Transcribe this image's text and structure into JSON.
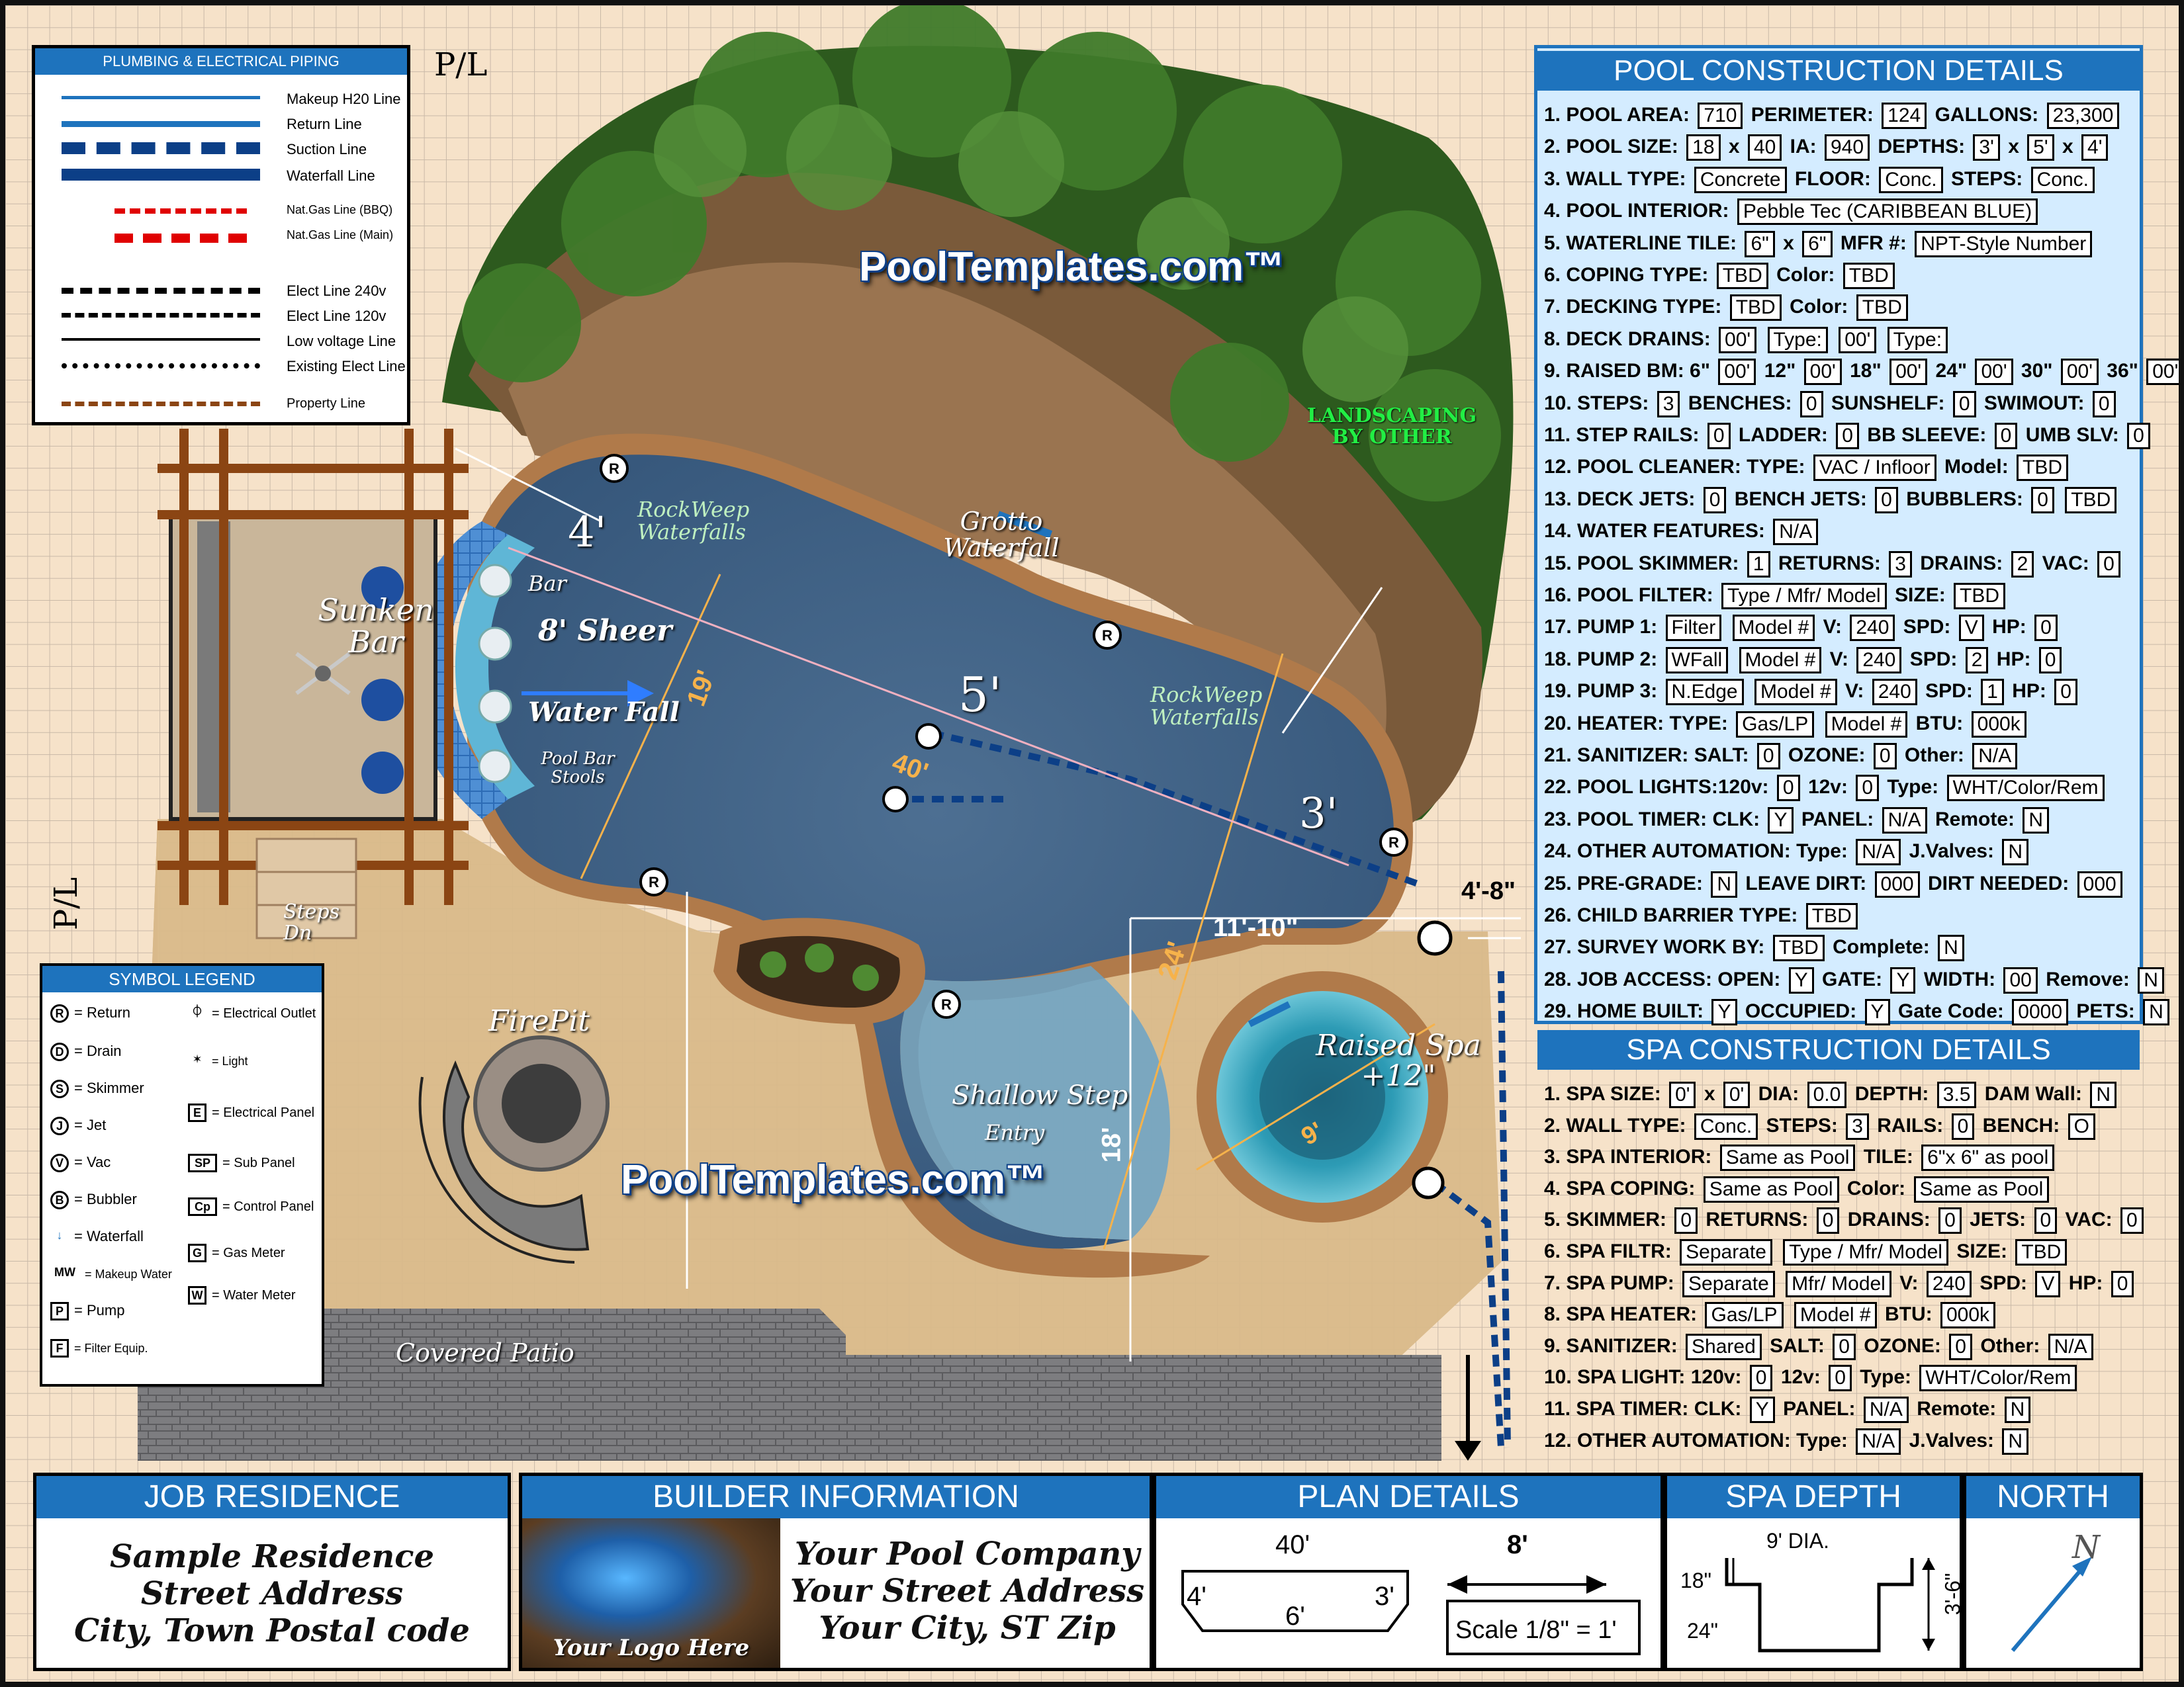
{
  "legend_plumbing": {
    "title": "PLUMBING & ELECTRICAL PIPING",
    "items": [
      {
        "label": "Makeup H20 Line",
        "color": "#1e73bd",
        "style": "thin"
      },
      {
        "label": "Return Line",
        "color": "#1e73bd",
        "style": "medium"
      },
      {
        "label": "Suction Line",
        "color": "#0c3f87",
        "style": "dash-thick"
      },
      {
        "label": "Waterfall Line",
        "color": "#0c3f87",
        "style": "thick"
      },
      {
        "label": "Nat.Gas Line (BBQ)",
        "color": "#e00000",
        "style": "dash-dot"
      },
      {
        "label": "Nat.Gas Line (Main)",
        "color": "#e00000",
        "style": "dash"
      },
      {
        "label": "Elect Line 240v",
        "color": "#000000",
        "style": "dash-long"
      },
      {
        "label": "Elect Line 120v",
        "color": "#000000",
        "style": "dash-med"
      },
      {
        "label": "Low voltage Line",
        "color": "#000000",
        "style": "thin"
      },
      {
        "label": "Existing Elect Line",
        "color": "#000000",
        "style": "dot"
      },
      {
        "label": "Property Line",
        "color": "#8b4513",
        "style": "dash-dot"
      }
    ]
  },
  "legend_symbols": {
    "title": "SYMBOL LEGEND",
    "items": [
      {
        "glyph": "R",
        "label": "= Return"
      },
      {
        "glyph": "D",
        "label": "= Drain"
      },
      {
        "glyph": "S",
        "label": "= Skimmer"
      },
      {
        "glyph": "J",
        "label": "= Jet"
      },
      {
        "glyph": "V",
        "label": "= Vac"
      },
      {
        "glyph": "B",
        "label": "= Bubbler"
      },
      {
        "glyph": "↓",
        "label": "= Waterfall"
      },
      {
        "glyph": "MW",
        "label": "= Makeup Water"
      },
      {
        "glyph": "P",
        "label": "= Pump"
      },
      {
        "glyph": "F",
        "label": "= Filter Equip."
      },
      {
        "glyph": "⏀",
        "label": "= Electrical Outlet"
      },
      {
        "glyph": "✶",
        "label": "= Light"
      },
      {
        "glyph": "E",
        "label": "= Electrical Panel"
      },
      {
        "glyph": "SP",
        "label": "= Sub Panel"
      },
      {
        "glyph": "Cp",
        "label": "= Control Panel"
      },
      {
        "glyph": "G",
        "label": "= Gas Meter"
      },
      {
        "glyph": "W",
        "label": "= Water Meter"
      }
    ]
  },
  "plan": {
    "property_line": "P/L",
    "brand": "PoolTemplates.com™",
    "landscaping": "LANDSCAPING BY OTHER",
    "labels": {
      "sunken_bar": "Sunken Bar",
      "bar": "Bar",
      "sheer": "8' Sheer",
      "water_fall": "Water Fall",
      "bar_stools": "Pool Bar Stools",
      "rockweep1": "RockWeep Waterfalls",
      "rockweep2": "RockWeep Waterfalls",
      "grotto": "Grotto Waterfall",
      "steps_dn": "Steps Dn",
      "firepit": "FirePit",
      "shallow": "Shallow Step",
      "entry": "Entry",
      "raised_spa": "Raised Spa +12\"",
      "covered_patio": "Covered Patio"
    },
    "depths": {
      "d1": "4'",
      "d2": "5'",
      "d3": "3'"
    },
    "dims": {
      "d19": "19'",
      "d40": "40'",
      "d24": "24'",
      "d18": "18'",
      "d11": "11'-10\"",
      "d48": "4'-8\"",
      "d9": "9'"
    }
  },
  "pool_details": {
    "title": "POOL CONSTRUCTION DETAILS",
    "rows": [
      [
        [
          "1. POOL AREA:",
          "710"
        ],
        [
          "PERIMETER:",
          "124"
        ],
        [
          "GALLONS:",
          "23,300"
        ]
      ],
      [
        [
          "2. POOL SIZE:",
          "18"
        ],
        [
          "x",
          "40"
        ],
        [
          "IA:",
          "940"
        ],
        [
          "DEPTHS:",
          "3'"
        ],
        [
          "x",
          "5'"
        ],
        [
          "x",
          "4'"
        ]
      ],
      [
        [
          "3. WALL TYPE:",
          "Concrete"
        ],
        [
          "FLOOR:",
          "Conc."
        ],
        [
          "STEPS:",
          "Conc."
        ]
      ],
      [
        [
          "4. POOL INTERIOR:",
          "Pebble Tec (CARIBBEAN BLUE)"
        ]
      ],
      [
        [
          "5. WATERLINE TILE:",
          "6\""
        ],
        [
          "x",
          "6\""
        ],
        [
          "MFR #:",
          "NPT-Style Number"
        ]
      ],
      [
        [
          "6. COPING TYPE:",
          "TBD"
        ],
        [
          "Color:",
          "TBD"
        ]
      ],
      [
        [
          "7. DECKING TYPE:",
          "TBD"
        ],
        [
          "Color:",
          "TBD"
        ]
      ],
      [
        [
          "8. DECK DRAINS:",
          "00'"
        ],
        [
          "",
          "Type:"
        ],
        [
          "",
          "00'"
        ],
        [
          "",
          "Type:"
        ]
      ],
      [
        [
          "9. RAISED BM:  6\"",
          "00'"
        ],
        [
          "12\"",
          "00'"
        ],
        [
          "18\"",
          "00'"
        ],
        [
          "24\"",
          "00'"
        ],
        [
          "30\"",
          "00'"
        ],
        [
          "36\"",
          "00'"
        ]
      ],
      [
        [
          "10. STEPS:",
          "3"
        ],
        [
          "BENCHES:",
          "0"
        ],
        [
          "SUNSHELF:",
          "0"
        ],
        [
          "SWIMOUT:",
          "0"
        ]
      ],
      [
        [
          "11. STEP RAILS:",
          "0"
        ],
        [
          "LADDER:",
          "0"
        ],
        [
          "BB SLEEVE:",
          "0"
        ],
        [
          "UMB SLV:",
          "0"
        ]
      ],
      [
        [
          "12. POOL CLEANER: TYPE:",
          "VAC / Infloor"
        ],
        [
          "Model:",
          "TBD"
        ]
      ],
      [
        [
          "13. DECK JETS:",
          "0"
        ],
        [
          "BENCH JETS:",
          "0"
        ],
        [
          "BUBBLERS:",
          "0"
        ],
        [
          "",
          "TBD"
        ]
      ],
      [
        [
          "14. WATER FEATURES:",
          "N/A"
        ]
      ],
      [
        [
          "15. POOL SKIMMER:",
          "1"
        ],
        [
          "RETURNS:",
          "3"
        ],
        [
          "DRAINS:",
          "2"
        ],
        [
          "VAC:",
          "0"
        ]
      ],
      [
        [
          "16. POOL FILTER:",
          "Type / Mfr/ Model"
        ],
        [
          "SIZE:",
          "TBD"
        ]
      ],
      [
        [
          "17. PUMP 1:",
          "Filter"
        ],
        [
          "",
          "Model #"
        ],
        [
          "V:",
          "240"
        ],
        [
          "SPD:",
          "V"
        ],
        [
          "HP:",
          "0"
        ]
      ],
      [
        [
          "18. PUMP 2:",
          "WFall"
        ],
        [
          "",
          "Model #"
        ],
        [
          "V:",
          "240"
        ],
        [
          "SPD:",
          "2"
        ],
        [
          "HP:",
          "0"
        ]
      ],
      [
        [
          "19. PUMP 3:",
          "N.Edge"
        ],
        [
          "",
          "Model #"
        ],
        [
          "V:",
          "240"
        ],
        [
          "SPD:",
          "1"
        ],
        [
          "HP:",
          "0"
        ]
      ],
      [
        [
          "20. HEATER: TYPE:",
          "Gas/LP"
        ],
        [
          "",
          "Model #"
        ],
        [
          "BTU:",
          "000k"
        ]
      ],
      [
        [
          "21. SANITIZER: SALT:",
          "0"
        ],
        [
          "OZONE:",
          "0"
        ],
        [
          "Other:",
          "N/A"
        ]
      ],
      [
        [
          "22. POOL LIGHTS:120v:",
          "0"
        ],
        [
          "12v:",
          "0"
        ],
        [
          "Type:",
          "WHT/Color/Rem"
        ]
      ],
      [
        [
          "23. POOL TIMER: CLK:",
          "Y"
        ],
        [
          "PANEL:",
          "N/A"
        ],
        [
          "Remote:",
          "N"
        ]
      ],
      [
        [
          "24. OTHER AUTOMATION: Type:",
          "N/A"
        ],
        [
          "J.Valves:",
          "N"
        ]
      ],
      [
        [
          "25. PRE-GRADE:",
          "N"
        ],
        [
          "LEAVE DIRT:",
          "000"
        ],
        [
          "DIRT NEEDED:",
          "000"
        ]
      ],
      [
        [
          "26. CHILD BARRIER TYPE:",
          "TBD"
        ]
      ],
      [
        [
          "27. SURVEY WORK BY:",
          "TBD"
        ],
        [
          "Complete:",
          "N"
        ]
      ],
      [
        [
          "28. JOB ACCESS: OPEN:",
          "Y"
        ],
        [
          "GATE:",
          "Y"
        ],
        [
          "WIDTH:",
          "00"
        ],
        [
          "Remove:",
          "N"
        ]
      ],
      [
        [
          "29. HOME BUILT:",
          "Y"
        ],
        [
          "OCCUPIED:",
          "Y"
        ],
        [
          "Gate Code:",
          "0000"
        ],
        [
          "PETS:",
          "N"
        ]
      ]
    ]
  },
  "spa_details": {
    "title": "SPA CONSTRUCTION DETAILS",
    "rows": [
      [
        [
          "1. SPA SIZE:",
          "0'"
        ],
        [
          "x",
          "0'"
        ],
        [
          "DIA:",
          "0.0"
        ],
        [
          "DEPTH:",
          "3.5"
        ],
        [
          "DAM Wall:",
          "N"
        ]
      ],
      [
        [
          "2. WALL TYPE:",
          "Conc."
        ],
        [
          "STEPS:",
          "3"
        ],
        [
          "RAILS:",
          "0"
        ],
        [
          "BENCH:",
          "O"
        ]
      ],
      [
        [
          "3. SPA INTERIOR:",
          "Same as Pool"
        ],
        [
          "TILE:",
          "6\"x 6\" as pool"
        ]
      ],
      [
        [
          "4. SPA COPING:",
          "Same as Pool"
        ],
        [
          "Color:",
          "Same as Pool"
        ]
      ],
      [
        [
          "5. SKIMMER:",
          "0"
        ],
        [
          "RETURNS:",
          "0"
        ],
        [
          "DRAINS:",
          "0"
        ],
        [
          "JETS:",
          "0"
        ],
        [
          "VAC:",
          "0"
        ]
      ],
      [
        [
          "6. SPA FILTR:",
          "Separate"
        ],
        [
          "",
          "Type / Mfr/ Model"
        ],
        [
          "SIZE:",
          "TBD"
        ]
      ],
      [
        [
          "7. SPA PUMP:",
          "Separate"
        ],
        [
          "",
          "Mfr/ Model"
        ],
        [
          "V:",
          "240"
        ],
        [
          "SPD:",
          "V"
        ],
        [
          "HP:",
          "0"
        ]
      ],
      [
        [
          "8. SPA HEATER:",
          "Gas/LP"
        ],
        [
          "",
          "Model #"
        ],
        [
          "BTU:",
          "000k"
        ]
      ],
      [
        [
          "9. SANITIZER:",
          "Shared"
        ],
        [
          "SALT:",
          "0"
        ],
        [
          "OZONE:",
          "0"
        ],
        [
          "Other:",
          "N/A"
        ]
      ],
      [
        [
          "10. SPA LIGHT: 120v:",
          "0"
        ],
        [
          "12v:",
          "0"
        ],
        [
          "Type:",
          "WHT/Color/Rem"
        ]
      ],
      [
        [
          "11. SPA TIMER: CLK:",
          "Y"
        ],
        [
          "PANEL:",
          "N/A"
        ],
        [
          "Remote:",
          "N"
        ]
      ],
      [
        [
          "12. OTHER AUTOMATION: Type:",
          "N/A"
        ],
        [
          "J.Valves:",
          "N"
        ]
      ]
    ]
  },
  "footer": {
    "job": {
      "title": "JOB RESIDENCE",
      "line1": "Sample Residence",
      "line2": "Street Address",
      "line3": "City, Town Postal code"
    },
    "builder": {
      "title": "BUILDER INFORMATION",
      "logo": "Your Logo Here",
      "line1": "Your Pool Company",
      "line2": "Your Street Address",
      "line3": "Your City, ST Zip"
    },
    "plan": {
      "title": "PLAN  DETAILS",
      "length": "40'",
      "left": "4'",
      "right": "3'",
      "mid": "6'",
      "width": "8'",
      "scale": "Scale 1/8\" = 1'"
    },
    "spa_depth": {
      "title": "SPA DEPTH",
      "dia": "9' DIA.",
      "d18": "18\"",
      "d24": "24\"",
      "total": "3'-6\""
    },
    "north": {
      "title": "NORTH",
      "mark": "N"
    }
  },
  "colors": {
    "accent": "#1e73bd",
    "panel_bg": "#d4ecff",
    "pool_water": "#3d5f82",
    "deck": "#d9b98a",
    "dims": "#f6b24b"
  }
}
